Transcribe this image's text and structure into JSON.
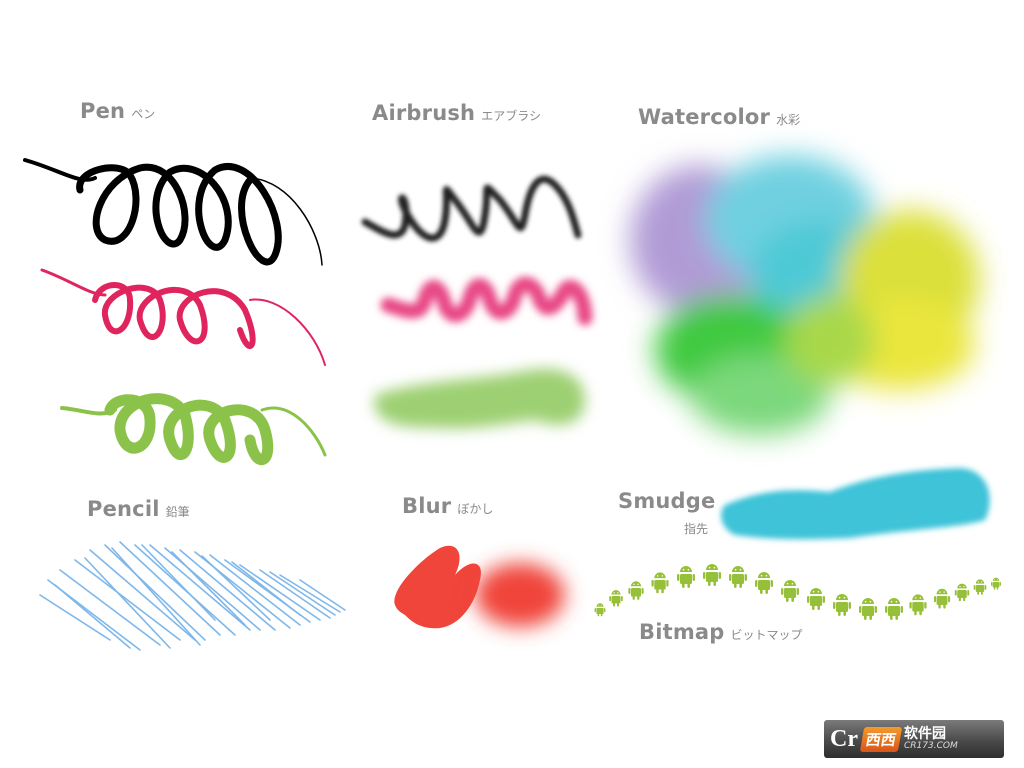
{
  "brushes": [
    {
      "id": "pen",
      "label": "Pen",
      "label_jp": "ペン",
      "colors": [
        "#000000",
        "#e0245e",
        "#8bc34a"
      ]
    },
    {
      "id": "airbrush",
      "label": "Airbrush",
      "label_jp": "エアブラシ",
      "colors": [
        "#222222",
        "#e84a86",
        "#8cc85a"
      ]
    },
    {
      "id": "watercolor",
      "label": "Watercolor",
      "label_jp": "水彩",
      "colors": [
        "#b19bd6",
        "#6fd0e0",
        "#3fc93f",
        "#e8e83a"
      ]
    },
    {
      "id": "pencil",
      "label": "Pencil",
      "label_jp": "鉛筆",
      "colors": [
        "#5ea6e6"
      ]
    },
    {
      "id": "blur",
      "label": "Blur",
      "label_jp": "ぼかし",
      "colors": [
        "#f0453a"
      ]
    },
    {
      "id": "smudge",
      "label": "Smudge",
      "label_jp": "指先",
      "colors": [
        "#27bcd4"
      ]
    },
    {
      "id": "bitmap",
      "label": "Bitmap",
      "label_jp": "ビットマップ",
      "colors": [
        "#97c03a"
      ]
    }
  ],
  "watermark": {
    "logo": "Cr",
    "badge": "西西",
    "name": "软件园",
    "url": "CR173.COM"
  }
}
